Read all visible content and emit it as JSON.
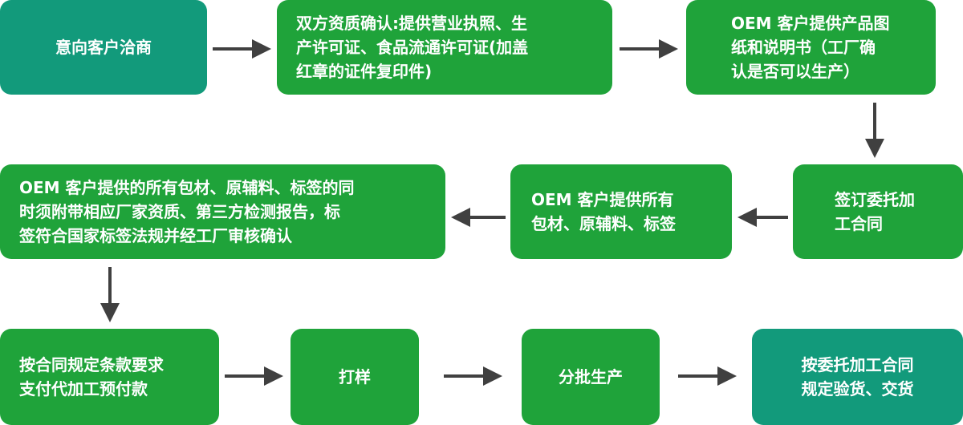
{
  "colors": {
    "green": "#1fa33a",
    "teal": "#129a7b",
    "arrow": "#404040"
  },
  "steps": [
    {
      "text": "意向客户洽商",
      "style": "teal"
    },
    {
      "text": "双方资质确认:提供营业执照、生\n产许可证、食品流通许可证(加盖\n红章的证件复印件)",
      "style": "green"
    },
    {
      "text": "OEM 客户提供产品图\n纸和说明书（工厂确\n认是否可以生产）",
      "style": "green"
    },
    {
      "text": "签订委托加\n工合同",
      "style": "green"
    },
    {
      "text": "OEM 客户提供所有\n包材、原辅料、标签",
      "style": "green"
    },
    {
      "text": "OEM 客户提供的所有包材、原辅料、标签的同\n时须附带相应厂家资质、第三方检测报告，标\n签符合国家标签法规并经工厂审核确认",
      "style": "green"
    },
    {
      "text": "按合同规定条款要求\n支付代加工预付款",
      "style": "green"
    },
    {
      "text": "打样",
      "style": "green"
    },
    {
      "text": "分批生产",
      "style": "green"
    },
    {
      "text": "按委托加工合同\n规定验货、交货",
      "style": "teal"
    }
  ]
}
